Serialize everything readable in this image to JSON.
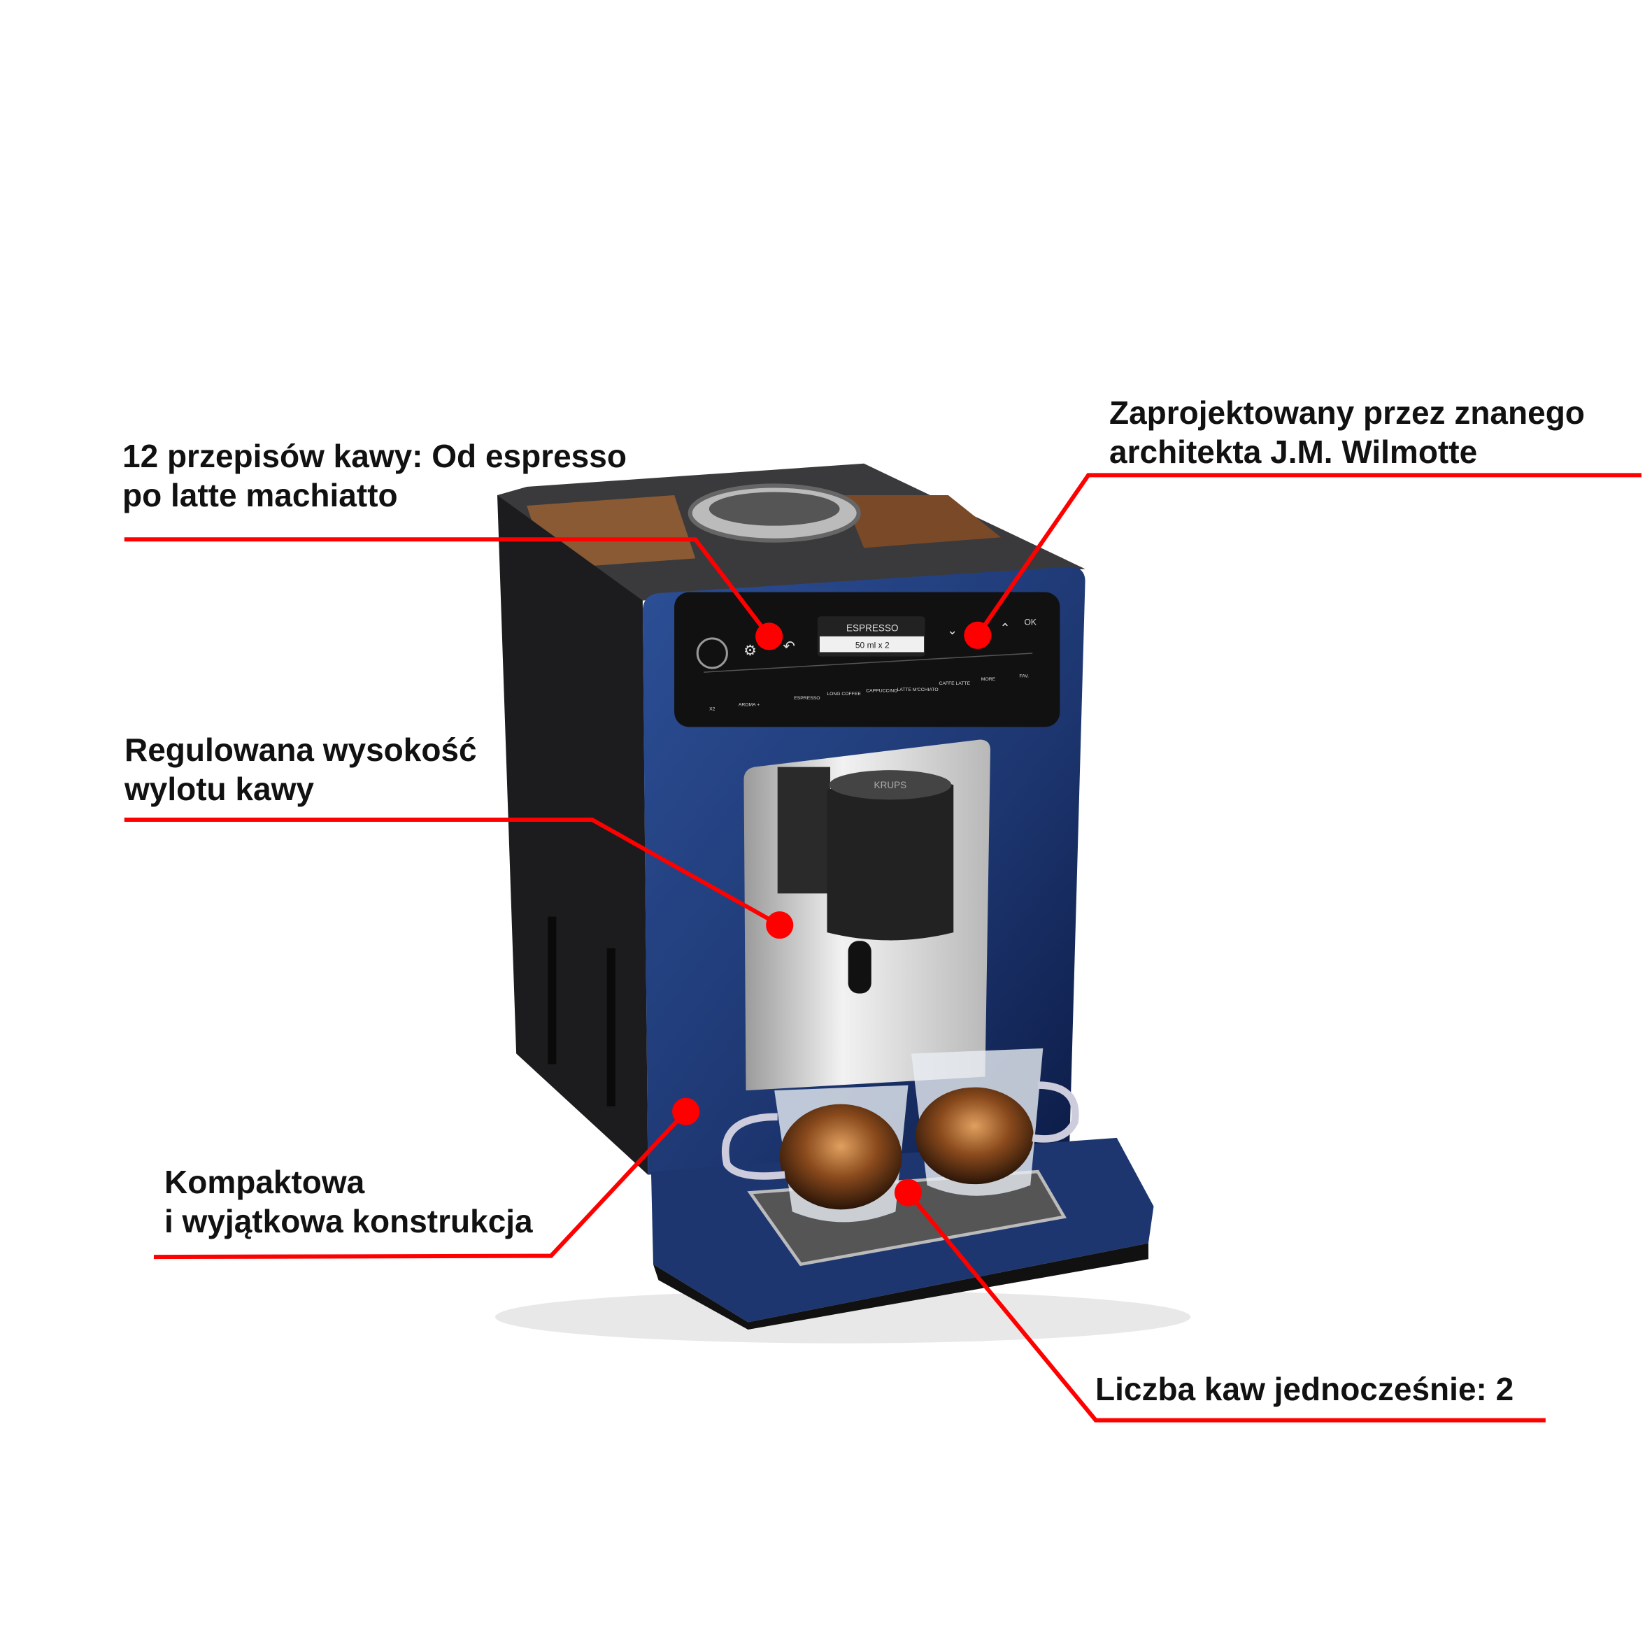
{
  "callouts": [
    {
      "lines": [
        "12 przepisów kawy: Od espresso",
        "po latte machiatto"
      ]
    },
    {
      "lines": [
        "Zaprojektowany przez znanego",
        "architekta J.M. Wilmotte"
      ]
    },
    {
      "lines": [
        "Regulowana wysokość",
        "wylotu kawy"
      ]
    },
    {
      "lines": [
        "Kompaktowa",
        "i wyjątkowa konstrukcja"
      ]
    },
    {
      "lines": [
        "Liczba kaw jednocześnie: 2"
      ]
    }
  ],
  "colors": {
    "callout_line": "#ff0000",
    "machine_front": "#1f3a78",
    "machine_body": "#1c1c1e"
  },
  "control_panel": {
    "display_title": "ESPRESSO",
    "display_value": "50 ml   x 2",
    "ok_label": "OK",
    "buttons": [
      "X2",
      "AROMA +",
      "ESPRESSO",
      "LONG COFFEE",
      "CAPPUCCINO",
      "LATTE M'CCHIATO",
      "CAFFE LATTE",
      "MORE",
      "FAV."
    ],
    "icons": [
      "power-icon",
      "gear-icon",
      "back-arrow-icon",
      "chevron-down-icon",
      "chevron-up-icon"
    ]
  },
  "brand": "KRUPS"
}
